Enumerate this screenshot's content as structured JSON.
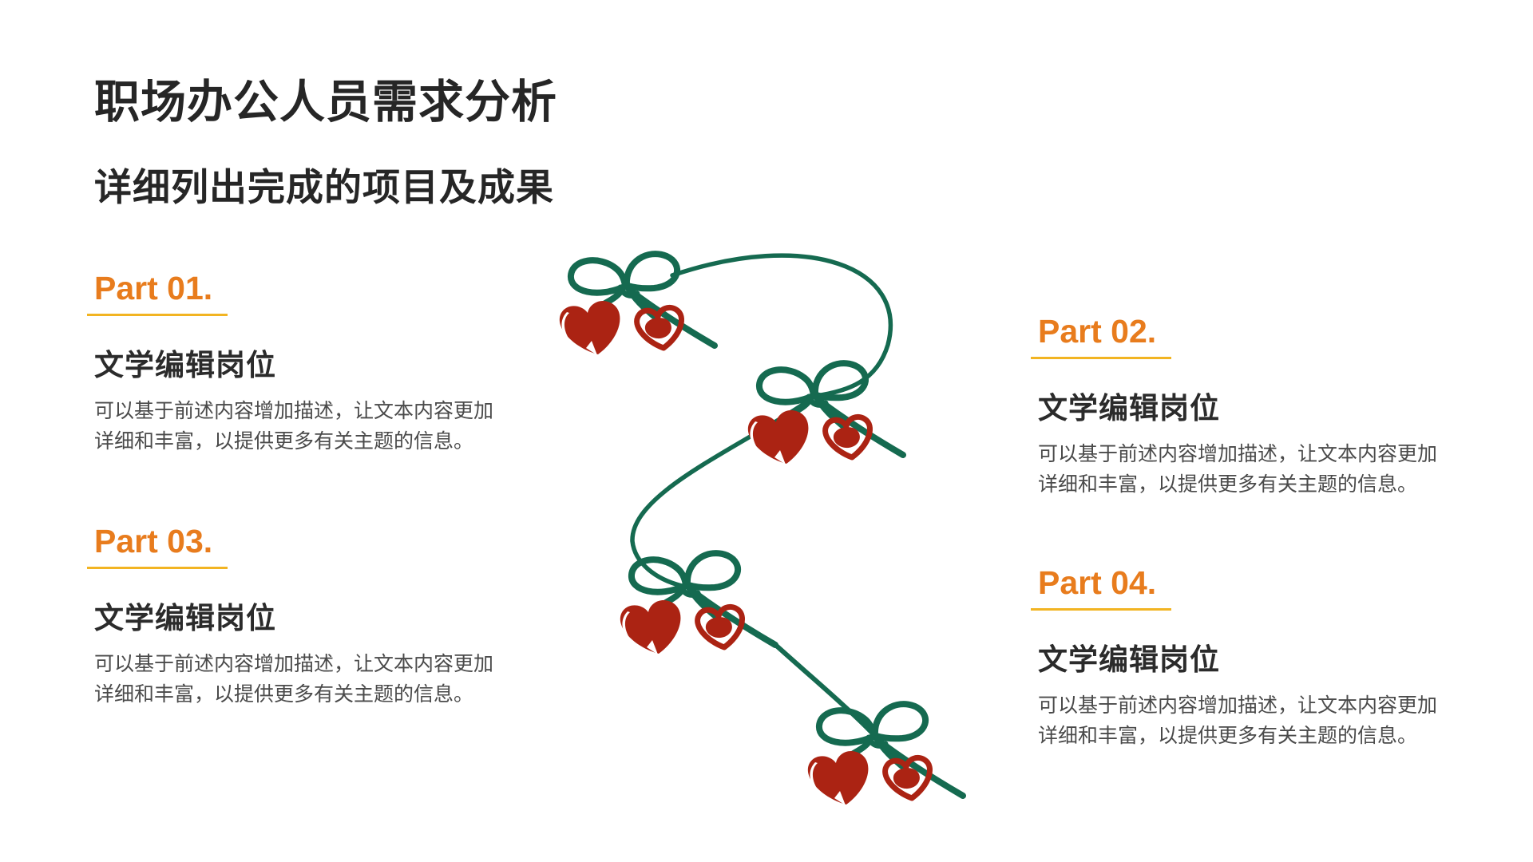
{
  "slide": {
    "title": "职场办公人员需求分析",
    "subtitle": "详细列出完成的项目及成果",
    "parts": [
      {
        "label": "Part 01.",
        "heading": "文学编辑岗位",
        "body": "可以基于前述内容增加描述，让文本内容更加\n详细和丰富，以提供更多有关主题的信息。"
      },
      {
        "label": "Part 02.",
        "heading": "文学编辑岗位",
        "body": "可以基于前述内容增加描述，让文本内容更加\n详细和丰富，以提供更多有关主题的信息。"
      },
      {
        "label": "Part 03.",
        "heading": "文学编辑岗位",
        "body": "可以基于前述内容增加描述，让文本内容更加\n详细和丰富，以提供更多有关主题的信息。"
      },
      {
        "label": "Part 04.",
        "heading": "文学编辑岗位",
        "body": "可以基于前述内容增加描述，让文本内容更加\n详细和丰富，以提供更多有关主题的信息。"
      }
    ],
    "decoration": {
      "name": "cherry-vine-illustration",
      "cherry_red": "#ab2313",
      "vine_green": "#156a50"
    },
    "colors": {
      "title_text": "#262626",
      "accent_orange": "#e87c1d",
      "underline_gold": "#f2b422",
      "body_text": "#4a4a4a",
      "background": "#ffffff"
    }
  }
}
